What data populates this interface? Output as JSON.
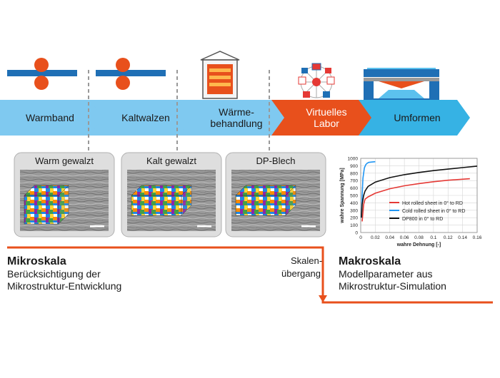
{
  "process_steps": [
    {
      "label_lines": [
        "Warmband"
      ],
      "color": "#7fc9f0"
    },
    {
      "label_lines": [
        "Kaltwalzen"
      ],
      "color": "#7fc9f0"
    },
    {
      "label_lines": [
        "Wärme-",
        "behandlung"
      ],
      "color": "#7fc9f0"
    },
    {
      "label_lines": [
        "Virtuelles",
        "Labor"
      ],
      "color": "#e8501c"
    },
    {
      "label_lines": [
        "Umformen"
      ],
      "color": "#36b2e4"
    }
  ],
  "micro_panels": [
    {
      "label": "Warm gewalzt"
    },
    {
      "label": "Kalt gewalzt"
    },
    {
      "label": "DP-Blech"
    }
  ],
  "micro_scale": {
    "title": "Mikroskala",
    "lines": [
      "Berücksichtigung der",
      "Mikrostruktur-Entwicklung"
    ]
  },
  "transition": {
    "lines": [
      "Skalen-",
      "übergang"
    ]
  },
  "macro_scale": {
    "title": "Makroskala",
    "lines": [
      "Modellparameter aus",
      "Mikrostruktur-Simulation"
    ]
  },
  "colors": {
    "accent_orange": "#e8501c",
    "arrow_blue_light": "#7fc9f0",
    "arrow_blue": "#36b2e4",
    "roll_red": "#e8501c",
    "sheet_blue": "#1f6fb5"
  },
  "chart_data": {
    "type": "line",
    "xlabel": "wahre Dehnung [-]",
    "ylabel": "wahre Spannung [MPa]",
    "xlim": [
      0,
      0.16
    ],
    "ylim": [
      0,
      1000
    ],
    "xticks": [
      0,
      0.02,
      0.04,
      0.06,
      0.08,
      0.1,
      0.12,
      0.14,
      0.16
    ],
    "yticks": [
      0,
      100,
      200,
      300,
      400,
      500,
      600,
      700,
      800,
      900,
      1000
    ],
    "grid": true,
    "legend_position": "bottom-right",
    "series": [
      {
        "name": "Hot rolled sheet in 0° to RD",
        "color": "#e53935",
        "x": [
          0.002,
          0.004,
          0.006,
          0.01,
          0.02,
          0.04,
          0.06,
          0.08,
          0.1,
          0.12,
          0.15
        ],
        "y": [
          150,
          380,
          450,
          480,
          530,
          590,
          630,
          660,
          685,
          705,
          725
        ]
      },
      {
        "name": "Cold rolled sheet in 0° to RD",
        "color": "#2196f3",
        "x": [
          0.001,
          0.002,
          0.003,
          0.005,
          0.007,
          0.009,
          0.011,
          0.015,
          0.02
        ],
        "y": [
          200,
          500,
          730,
          870,
          915,
          935,
          945,
          950,
          955
        ]
      },
      {
        "name": "DP800 in 0° to RD",
        "color": "#111111",
        "x": [
          0.001,
          0.002,
          0.004,
          0.006,
          0.01,
          0.02,
          0.04,
          0.06,
          0.08,
          0.1,
          0.12,
          0.14,
          0.16
        ],
        "y": [
          200,
          380,
          500,
          560,
          620,
          680,
          740,
          780,
          810,
          835,
          855,
          875,
          895
        ]
      }
    ]
  }
}
